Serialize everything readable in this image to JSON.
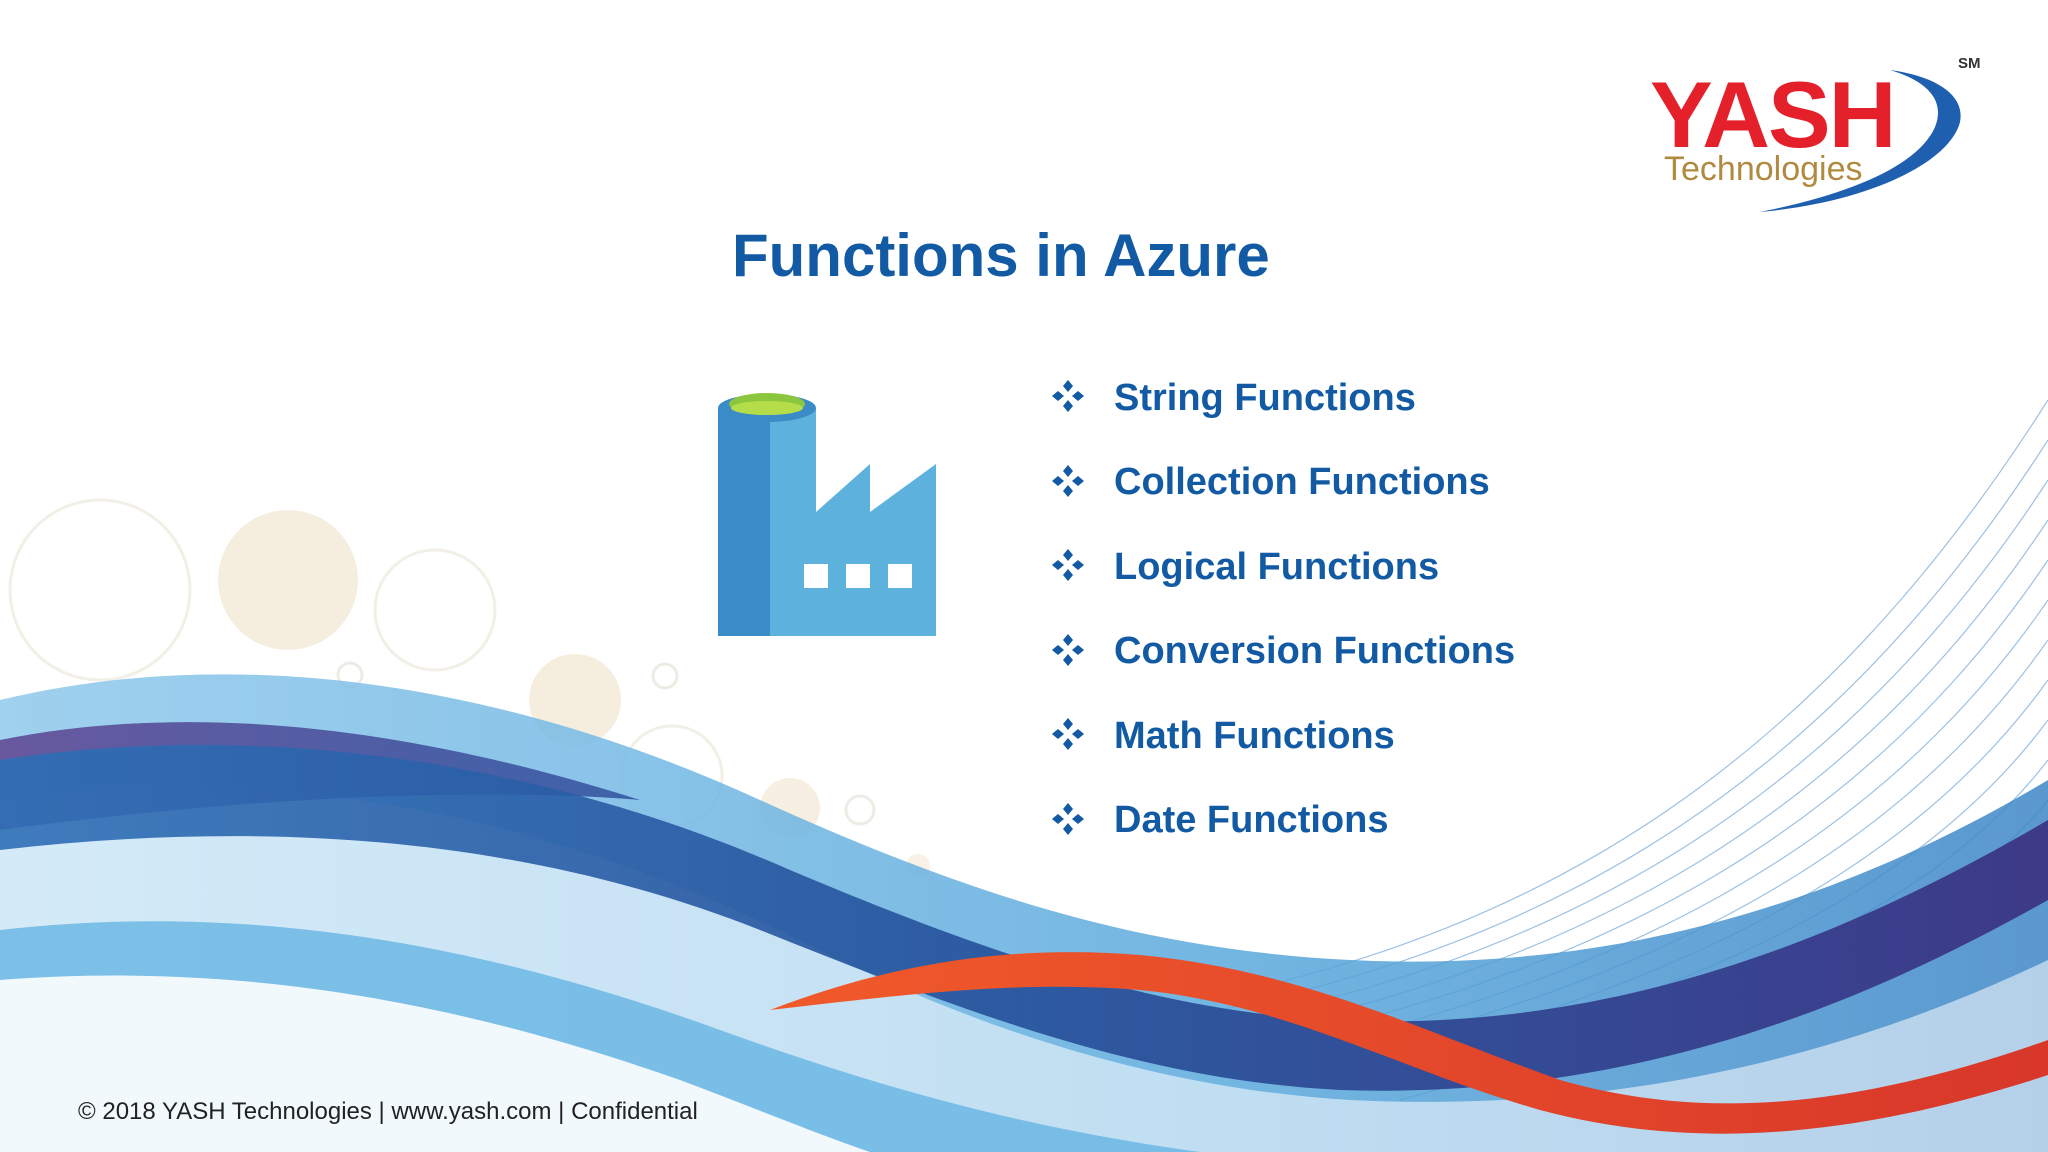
{
  "slide": {
    "title": "Functions in Azure",
    "footer": "© 2018  YASH Technologies | www.yash.com | Confidential"
  },
  "logo": {
    "wordmark": "YASH",
    "subtitle": "Technologies",
    "service_mark": "SM"
  },
  "bullets": [
    "String Functions",
    "Collection Functions",
    "Logical Functions",
    "Conversion Functions",
    "Math Functions",
    "Date Functions"
  ],
  "icons": {
    "bullet": "four-diamond-bullet-icon",
    "illustration": "azure-data-factory-icon"
  },
  "colors": {
    "title": "#125aa3",
    "logo_red": "#e4202b",
    "logo_blue": "#1e5fb0",
    "wave_red": "#e8452a",
    "wave_blue": "#2f6cb4",
    "wave_purple": "#6b3a8f",
    "wave_light": "#6fb6e2"
  }
}
